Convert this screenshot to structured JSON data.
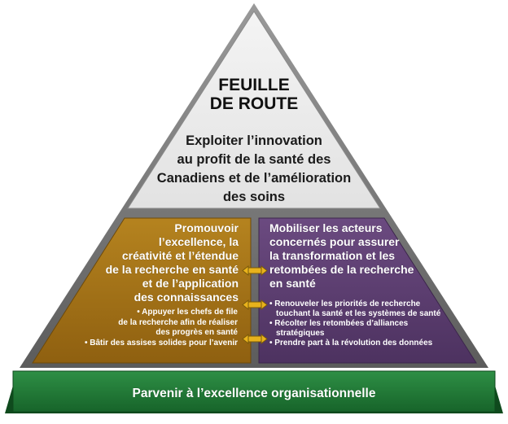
{
  "apex": {
    "title_line1": "FEUILLE",
    "title_line2": "DE ROUTE",
    "subtitle_lines": [
      "Exploiter l’innovation",
      "au profit de la santé des",
      "Canadiens et de l’amélioration",
      "des soins"
    ]
  },
  "left_block": {
    "title_lines": [
      "Promouvoir",
      "l’excellence, la",
      "créativité et l’étendue",
      "de la recherche en santé",
      "et de l’application",
      "des connaissances"
    ],
    "bullets": [
      "• Appuyer les chefs de file",
      "de la recherche afin de réaliser",
      "des progrès en santé",
      "• Bâtir des assises solides pour l’avenir"
    ]
  },
  "right_block": {
    "title_lines": [
      "Mobiliser les acteurs",
      "concernés pour assurer",
      "la transformation et les",
      "retombées de la recherche",
      "en santé"
    ],
    "bullets": [
      "• Renouveler les priorités de recherche touchant la santé et les systèmes de santé",
      "• Récolter les retombées d’alliances stratégiques",
      "• Prendre part à la révolution des données"
    ]
  },
  "base": {
    "label": "Parvenir à l’excellence organisationnelle"
  },
  "colors": {
    "left_block": "#a8761a",
    "right_block": "#5e3f73",
    "base": "#1f7a35",
    "connector": "#e8b21c",
    "apex": "#ffffff"
  }
}
